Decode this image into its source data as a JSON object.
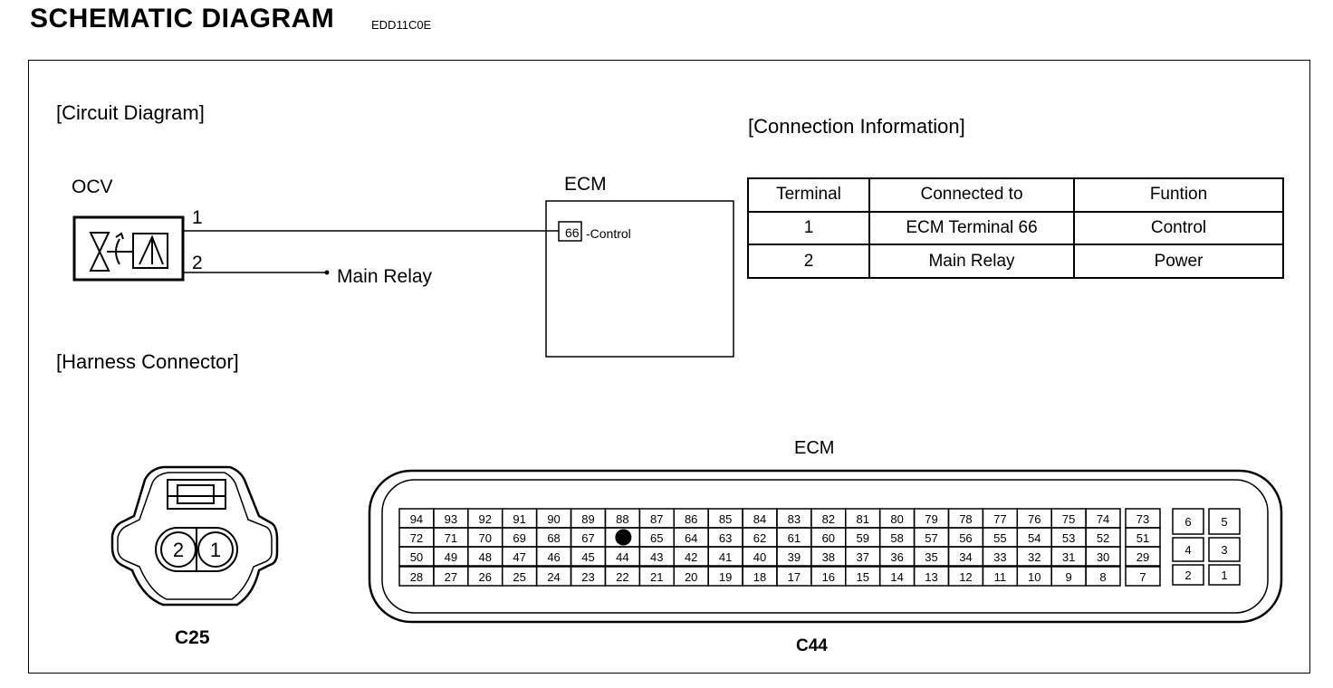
{
  "header": {
    "title": "SCHEMATIC  DIAGRAM",
    "code": "EDD11C0E"
  },
  "circuit": {
    "section_label": "[Circuit Diagram]",
    "ocv_label": "OCV",
    "pin1": "1",
    "pin2": "2",
    "main_relay": "Main Relay",
    "ecm_label": "ECM",
    "ecm_terminal": "66",
    "ecm_terminal_desc": "-Control"
  },
  "connection": {
    "section_label": "[Connection Information]",
    "headers": [
      "Terminal",
      "Connected to",
      "Funtion"
    ],
    "rows": [
      [
        "1",
        "ECM Terminal 66",
        "Control"
      ],
      [
        "2",
        "Main Relay",
        "Power"
      ]
    ]
  },
  "harness": {
    "section_label": "[Harness Connector]",
    "c25_pins": [
      "2",
      "1"
    ],
    "c25_label": "C25",
    "ecm_label": "ECM",
    "c44_label": "C44",
    "main_block": [
      [
        "94",
        "93",
        "92",
        "91",
        "90",
        "89",
        "88",
        "87",
        "86",
        "85",
        "84",
        "83",
        "82",
        "81",
        "80",
        "79",
        "78",
        "77",
        "76",
        "75",
        "74"
      ],
      [
        "72",
        "71",
        "70",
        "69",
        "68",
        "67",
        "",
        "65",
        "64",
        "63",
        "62",
        "61",
        "60",
        "59",
        "58",
        "57",
        "56",
        "55",
        "54",
        "53",
        "52"
      ],
      [
        "50",
        "49",
        "48",
        "47",
        "46",
        "45",
        "44",
        "43",
        "42",
        "41",
        "40",
        "39",
        "38",
        "37",
        "36",
        "35",
        "34",
        "33",
        "32",
        "31",
        "30"
      ],
      [
        "28",
        "27",
        "26",
        "25",
        "24",
        "23",
        "22",
        "21",
        "20",
        "19",
        "18",
        "17",
        "16",
        "15",
        "14",
        "13",
        "12",
        "11",
        "10",
        "9",
        "8"
      ]
    ],
    "side_block": [
      "73",
      "51",
      "29",
      "7"
    ],
    "right_block": [
      [
        "6",
        "5"
      ],
      [
        "4",
        "3"
      ],
      [
        "2",
        "1"
      ]
    ]
  }
}
